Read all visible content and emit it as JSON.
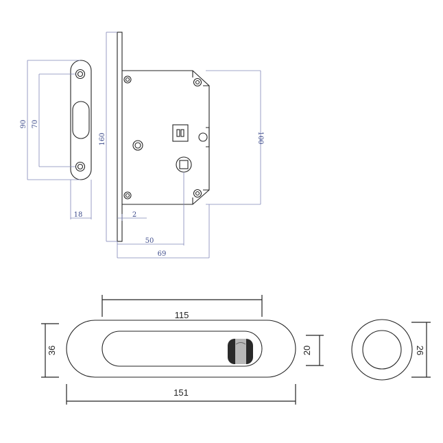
{
  "lock_body_dimensions": {
    "strike_plate_outer_height": "90",
    "strike_plate_inner_height": "70",
    "faceplate_height": "160",
    "case_height": "100",
    "strike_plate_width": "18",
    "faceplate_thickness": "2",
    "backset": "50",
    "case_depth": "69"
  },
  "handle_dimensions": {
    "recess_length": "115",
    "plate_height": "36",
    "recess_height": "20",
    "plate_length": "151",
    "rosette_diameter": "26"
  },
  "colors": {
    "dimension_blue": "#3f4d8c",
    "extension_line": "#7f86b8",
    "outline": "#222222",
    "thumbturn_dark": "#2a2a2a",
    "thumbturn_light": "#b8b8b8"
  }
}
